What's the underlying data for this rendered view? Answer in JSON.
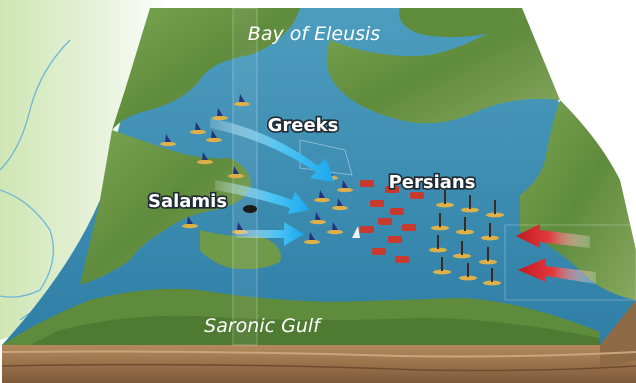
{
  "labels": {
    "bay": "Bay of Eleusis",
    "greeks": "Greeks",
    "persians": "Persians",
    "salamis": "Salamis",
    "gulf": "Saronic Gulf"
  },
  "colors": {
    "water": "#3f8fb4",
    "land": "#6f9a4a",
    "greek_arrow": "#2fb6f0",
    "persian_arrow": "#d8282f",
    "greek_sail": "#27347a",
    "persian_sail": "#c73a2d",
    "soil": "#a27a52"
  }
}
